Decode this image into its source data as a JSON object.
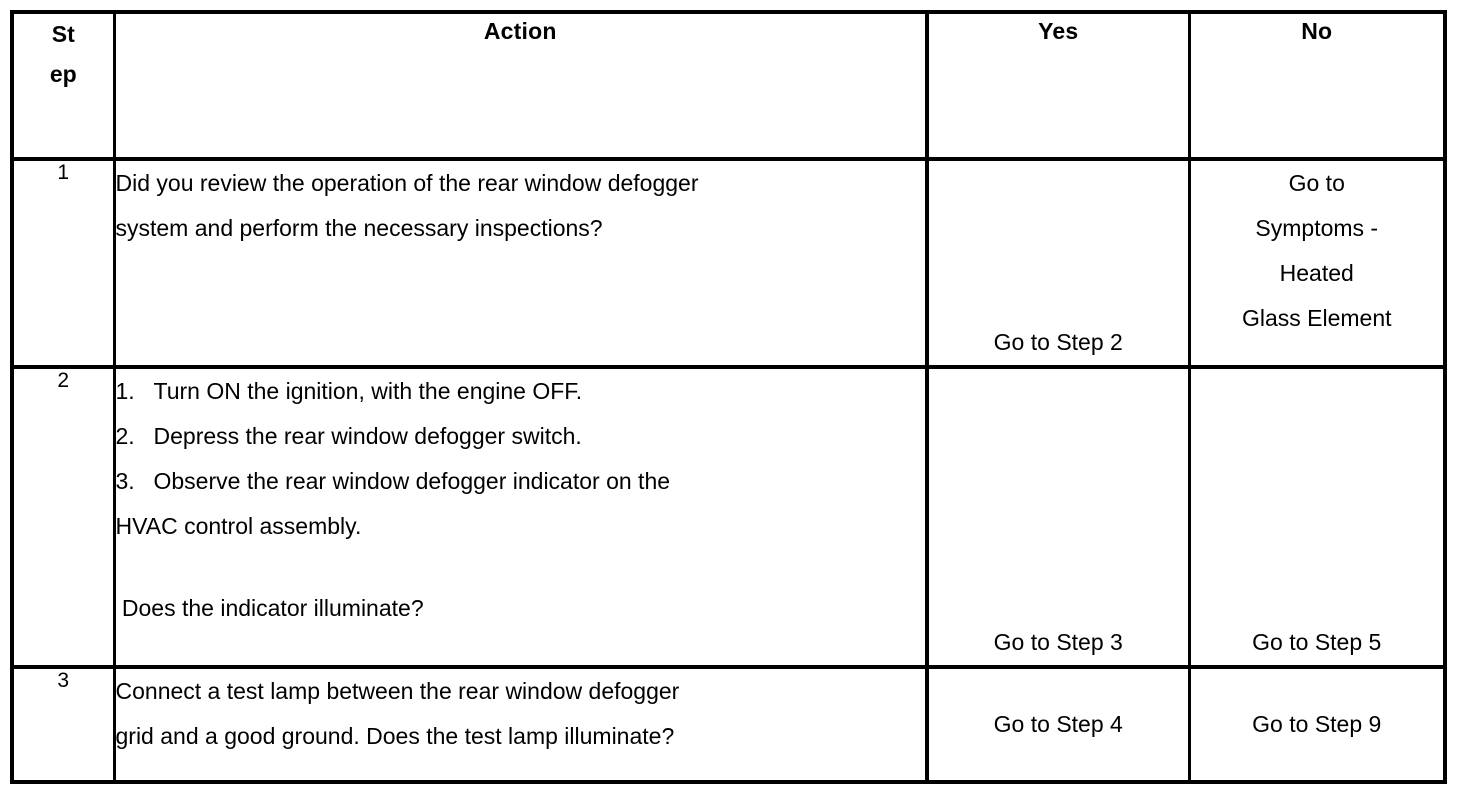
{
  "table": {
    "headers": {
      "step": "Step",
      "step_line1": "St",
      "step_line2": "ep",
      "action": "Action",
      "yes": "Yes",
      "no": "No"
    },
    "rows": [
      {
        "step": "1",
        "action_lines": [
          "Did you review the operation of the rear window defogger",
          "system and perform the necessary inspections?"
        ],
        "yes_lines": [
          "Go to Step 2"
        ],
        "no_lines": [
          "Go to",
          "Symptoms -",
          "Heated",
          "Glass Element"
        ]
      },
      {
        "step": "2",
        "procedure": [
          {
            "num": "1.",
            "text": "Turn ON the ignition, with the engine OFF."
          },
          {
            "num": "2.",
            "text": "Depress the rear window defogger switch."
          },
          {
            "num": "3.",
            "text": "Observe the rear window defogger indicator on the"
          }
        ],
        "procedure_continuation": "HVAC control assembly.",
        "question": " Does the indicator illuminate?",
        "yes_lines": [
          "Go to Step 3"
        ],
        "no_lines": [
          "Go to Step 5"
        ]
      },
      {
        "step": "3",
        "action_lines": [
          "Connect a test lamp between the rear window defogger",
          "grid and a good ground. Does the test lamp illuminate?"
        ],
        "yes_lines": [
          "Go to Step 4"
        ],
        "no_lines": [
          "Go to Step 9"
        ]
      }
    ]
  },
  "colors": {
    "border": "#000000",
    "text": "#000000",
    "background": "#ffffff"
  }
}
